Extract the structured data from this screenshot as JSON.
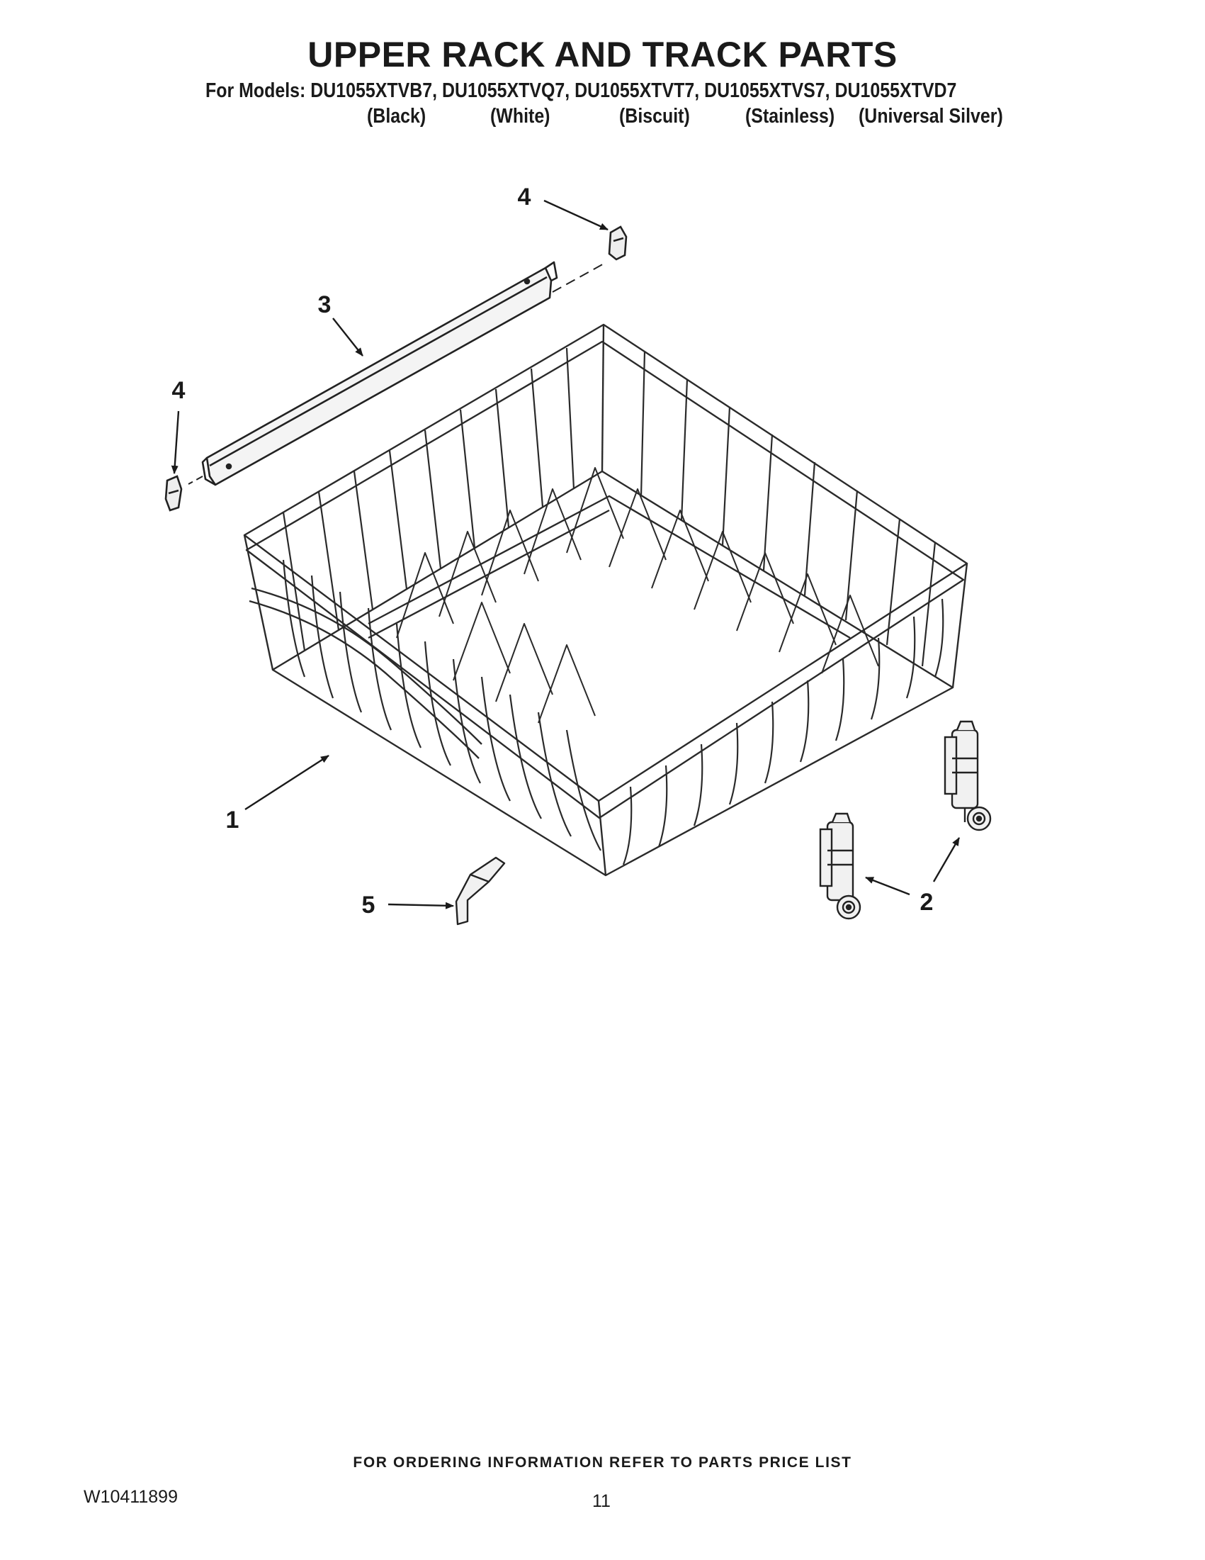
{
  "header": {
    "title": "UPPER RACK AND TRACK PARTS",
    "models_line": "For Models: DU1055XTVB7, DU1055XTVQ7, DU1055XTVT7, DU1055XTVS7, DU1055XTVD7",
    "variants": [
      "(Black)",
      "(White)",
      "(Biscuit)",
      "(Stainless)",
      "(Universal Silver)"
    ]
  },
  "callouts": {
    "rack": "1",
    "wheel_assembly": "2",
    "track": "3",
    "end_cap_right": "4",
    "end_cap_left": "4",
    "clip": "5",
    "wheel_assembly_second": "2"
  },
  "footer": {
    "ordering_note": "FOR ORDERING INFORMATION REFER TO PARTS PRICE LIST",
    "document_number": "W10411899",
    "page_number": "11"
  }
}
